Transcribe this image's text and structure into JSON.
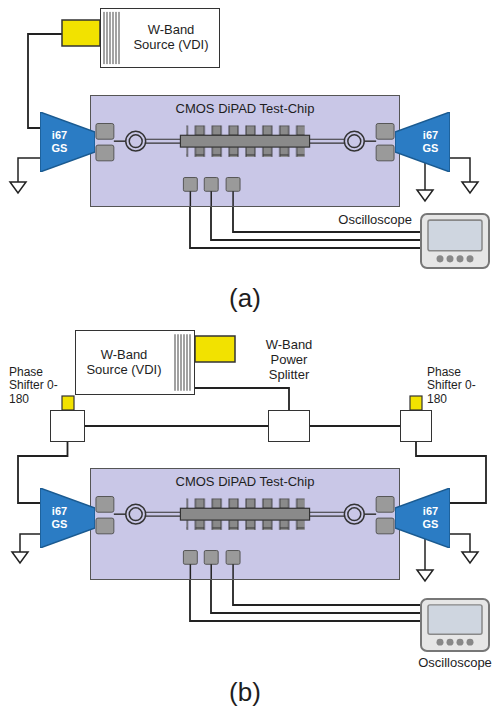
{
  "diagram": {
    "nodes": [
      {
        "text": [
          "W-Band Source (VDI)"
        ]
      },
      {
        "text": [
          "CMOS DiPAD Test-Chip"
        ]
      },
      {
        "text": [
          "i67 GS"
        ]
      },
      {
        "text": [
          "i67 GS"
        ]
      },
      {
        "text": [
          "Oscilloscope"
        ]
      },
      {
        "text": [
          "W-Band Source (VDI)"
        ]
      },
      {
        "text": [
          "W-Band Power Splitter"
        ]
      },
      {
        "text": [
          "Phase Shifter 0-180"
        ]
      },
      {
        "text": [
          "Phase Shifter 0-180"
        ]
      },
      {
        "text": [
          "CMOS DiPAD Test-Chip"
        ]
      },
      {
        "text": [
          "i67 GS"
        ]
      },
      {
        "text": [
          "i67 GS"
        ]
      },
      {
        "text": [
          "Oscilloscope"
        ]
      }
    ],
    "edges": [
      {
        "from": 0,
        "to": 2,
        "arrow": "none"
      },
      {
        "from": 1,
        "to": 4,
        "arrow": "none"
      },
      {
        "from": 5,
        "to": 6,
        "arrow": "none"
      },
      {
        "from": 6,
        "to": 7,
        "arrow": "none"
      },
      {
        "from": 6,
        "to": 8,
        "arrow": "none"
      },
      {
        "from": 7,
        "to": 10,
        "arrow": "none"
      },
      {
        "from": 8,
        "to": 11,
        "arrow": "none"
      },
      {
        "from": 9,
        "to": 12,
        "arrow": "none"
      }
    ],
    "labels": [
      "(a)",
      "(b)"
    ]
  }
}
